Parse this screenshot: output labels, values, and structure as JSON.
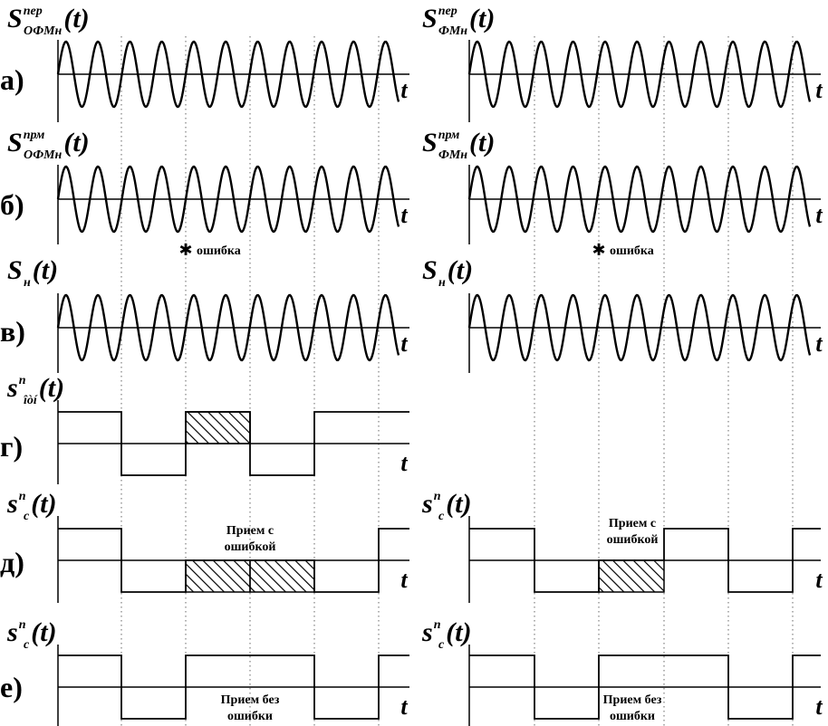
{
  "panels": [
    {
      "letter": "а)",
      "kind": "sine",
      "left": {
        "symbol": "S",
        "sup": "пер",
        "sub": "ОФМн",
        "arg": "(t)"
      },
      "right": {
        "symbol": "S",
        "sup": "пер",
        "sub": "ФМн",
        "arg": "(t)"
      }
    },
    {
      "letter": "б)",
      "kind": "sine",
      "left": {
        "symbol": "S",
        "sup": "прм",
        "sub": "ОФМн",
        "arg": "(t)",
        "note": "ошибка"
      },
      "right": {
        "symbol": "S",
        "sup": "прм",
        "sub": "ФМн",
        "arg": "(t)",
        "note": "ошибка"
      }
    },
    {
      "letter": "в)",
      "kind": "sine",
      "left": {
        "symbol": "S",
        "sup": "",
        "sub": "н",
        "arg": "(t)"
      },
      "right": {
        "symbol": "S",
        "sup": "",
        "sub": "н",
        "arg": "(t)"
      }
    },
    {
      "letter": "г)",
      "kind": "square",
      "left": {
        "symbol": "s",
        "sup": "n",
        "sub": "îòí",
        "arg": "(t)",
        "levels": [
          1,
          -1,
          1,
          -1,
          1,
          1
        ],
        "hatched": [
          2
        ]
      }
    },
    {
      "letter": "д)",
      "kind": "square",
      "left": {
        "symbol": "s",
        "sup": "n",
        "sub": "c",
        "arg": "(t)",
        "levels": [
          1,
          -1,
          0,
          0,
          -1,
          1
        ],
        "hatched": [
          2,
          3
        ],
        "note": [
          "Прием с",
          "ошибкой"
        ]
      },
      "right": {
        "symbol": "s",
        "sup": "n",
        "sub": "c",
        "arg": "(t)",
        "levels": [
          1,
          -1,
          0,
          1,
          -1,
          1
        ],
        "hatched": [
          2
        ],
        "note": [
          "Прием с",
          "ошибкой"
        ]
      }
    },
    {
      "letter": "е)",
      "kind": "square",
      "left": {
        "symbol": "s",
        "sup": "n",
        "sub": "c",
        "arg": "(t)",
        "levels": [
          1,
          -1,
          1,
          1,
          -1,
          1
        ],
        "hatched": [],
        "note": [
          "Прием без",
          "ошибки"
        ]
      },
      "right": {
        "symbol": "s",
        "sup": "n",
        "sub": "c",
        "arg": "(t)",
        "levels": [
          1,
          -1,
          1,
          1,
          -1,
          1
        ],
        "hatched": [],
        "note": [
          "Прием без",
          "ошибки"
        ]
      }
    }
  ],
  "time_axis_label": "t",
  "error_marker": "✱",
  "colors": {
    "ink": "#000000",
    "background": "#ffffff",
    "grid": "#666666"
  }
}
